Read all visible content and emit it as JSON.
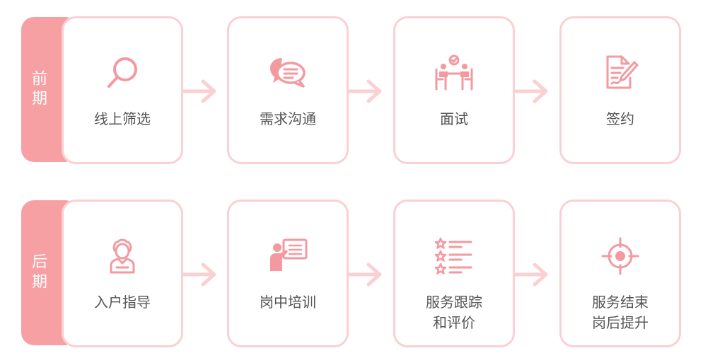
{
  "rows": [
    {
      "phase": "前期",
      "steps": [
        {
          "label": "线上筛选",
          "icon": "magnifier-icon"
        },
        {
          "label": "需求沟通",
          "icon": "chat-bubbles-icon"
        },
        {
          "label": "面试",
          "icon": "interview-table-icon"
        },
        {
          "label": "签约",
          "icon": "contract-sign-icon"
        }
      ]
    },
    {
      "phase": "后期",
      "steps": [
        {
          "label": "入户指导",
          "icon": "person-avatar-icon"
        },
        {
          "label": "岗中培训",
          "icon": "presenter-board-icon"
        },
        {
          "label": "服务跟踪\n和评价",
          "icon": "star-rating-list-icon"
        },
        {
          "label": "服务结束\n岗后提升",
          "icon": "target-icon"
        }
      ]
    }
  ],
  "colors": {
    "tab": "#f7a0a4",
    "card_border": "#fbd0d2",
    "icon": "#f39aa0",
    "arrow": "#fbd0d2",
    "text": "#555555"
  }
}
